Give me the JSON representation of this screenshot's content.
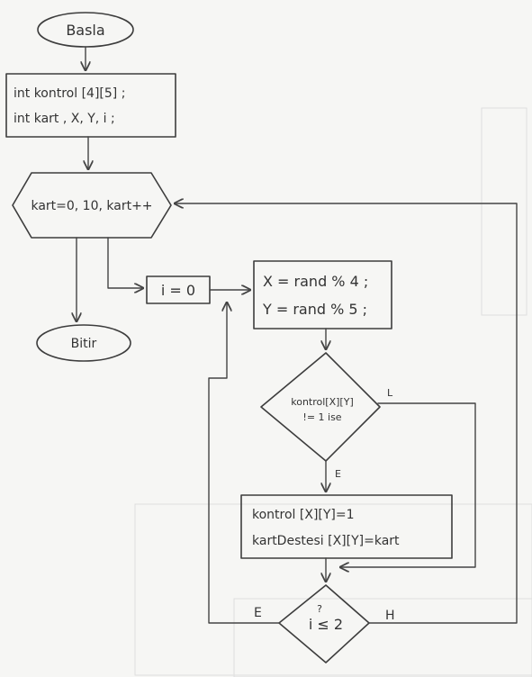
{
  "nodes": {
    "start": "Basla",
    "decl_line1": "int kontrol [4][5] ;",
    "decl_line2": "int kart , X, Y, i ;",
    "loop": "kart=0, 10, kart++",
    "init_i": "i = 0",
    "rand_line1": "X = rand % 4 ;",
    "rand_line2": "Y = rand % 5 ;",
    "cond_line1": "kontrol[X][Y]",
    "cond_line2": "!= 1 ise",
    "assign_line1": "kontrol [X][Y]=1",
    "assign_line2": "kartDestesi [X][Y]=kart",
    "check": "i ≤ 2",
    "check_mark": "?",
    "end": "Bitir"
  },
  "edge_labels": {
    "cond_yes": "E",
    "check_yes": "E",
    "check_no": "H",
    "cond_tick": "L"
  }
}
